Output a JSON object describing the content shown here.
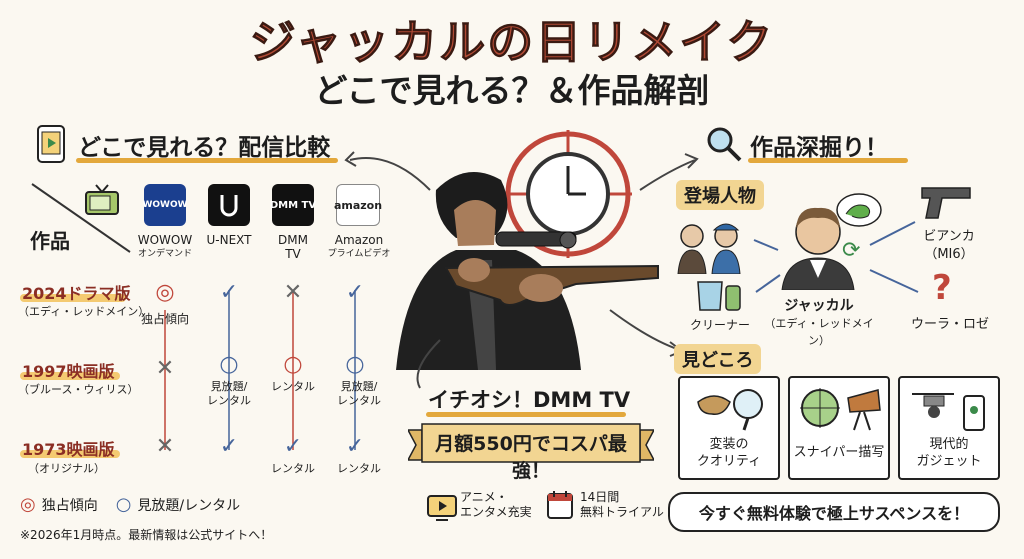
{
  "title": {
    "line1": "ジャッカルの日リメイク",
    "line2": "どこで見れる？＆作品解剖"
  },
  "compare": {
    "heading": "どこで見れる？配信比較",
    "axis_label": "作品",
    "services": [
      {
        "name": "WOWOW",
        "sub": "オンデマンド",
        "logo": "WOWOW",
        "color": "#1b3f8f"
      },
      {
        "name": "U-NEXT",
        "sub": "",
        "logo": "",
        "color": "#111111"
      },
      {
        "name": "DMM",
        "sub": "TV",
        "logo": "DMM TV",
        "color": "#111111"
      },
      {
        "name": "Amazon",
        "sub": "プライムビデオ",
        "logo": "amazon",
        "color": "#ffffff"
      }
    ],
    "rows": [
      {
        "title": "2024ドラマ版",
        "sub": "（エディ・レッドメイン）",
        "cells": [
          {
            "mark": "◎",
            "type": "red",
            "text": "独占傾向"
          },
          {
            "mark": "✓",
            "type": "o",
            "text": ""
          },
          {
            "mark": "✕",
            "type": "x",
            "text": ""
          },
          {
            "mark": "✓",
            "type": "o",
            "text": ""
          }
        ]
      },
      {
        "title": "1997映画版",
        "sub": "（ブルース・ウィリス）",
        "cells": [
          {
            "mark": "✕",
            "type": "x",
            "text": ""
          },
          {
            "mark": "○",
            "type": "o",
            "text": "見放題/\nレンタル"
          },
          {
            "mark": "○",
            "type": "red",
            "text": "レンタル"
          },
          {
            "mark": "○",
            "type": "o",
            "text": "見放題/\nレンタル"
          }
        ]
      },
      {
        "title": "1973映画版",
        "sub": "（オリジナル）",
        "cells": [
          {
            "mark": "✕",
            "type": "x",
            "text": ""
          },
          {
            "mark": "✓",
            "type": "o",
            "text": ""
          },
          {
            "mark": "✓",
            "type": "o",
            "text": "レンタル"
          },
          {
            "mark": "✓",
            "type": "o",
            "text": "レンタル"
          }
        ]
      }
    ],
    "legend": {
      "exclusive": "独占傾向",
      "available": "見放題/レンタル"
    },
    "note": "※2026年1月時点。最新情報は公式サイトへ！"
  },
  "recommend": {
    "heading": "イチオシ！DMM TV",
    "banner": "月額550円でコスパ最強！",
    "features": [
      "アニメ・\nエンタメ充実",
      "14日間\n無料トライアル"
    ]
  },
  "deep": {
    "heading": "作品深掘り！",
    "characters_heading": "登場人物",
    "characters": {
      "jackal": "ジャッカル",
      "jackal_actor": "（エディ・レッドメイン）",
      "bianca": "ビアンカ",
      "bianca_org": "（MI6）",
      "ura": "ウーラ・ロゼ",
      "cleaner": "クリーナー"
    },
    "highlights_heading": "見どころ",
    "highlights": [
      "変装の\nクオリティ",
      "スナイパー描写",
      "現代的\nガジェット"
    ],
    "cta": "今すぐ無料体験で極上サスペンスを！"
  },
  "colors": {
    "accent": "#b04a35",
    "highlight": "#f2c25b",
    "blue": "#46659b"
  }
}
